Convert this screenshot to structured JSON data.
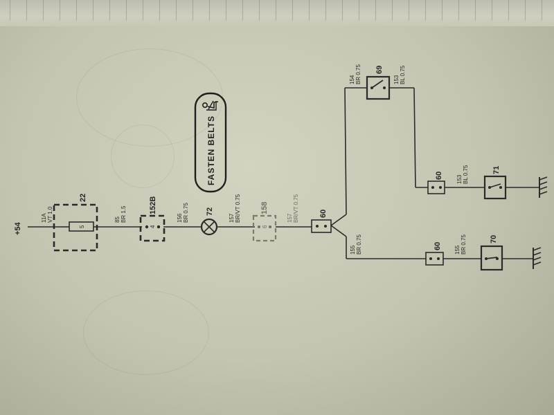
{
  "supply": {
    "label": "+54"
  },
  "warning_lamp": {
    "text": "FASTEN BELTS",
    "icon": "seated-person-seatbelt-icon"
  },
  "components": {
    "c22": {
      "number": "22",
      "inner": "5"
    },
    "c152B": {
      "number": "152B",
      "inner": "4"
    },
    "c72": {
      "number": "72"
    },
    "c158": {
      "number": "158",
      "inner": "6"
    },
    "c60a": {
      "number": "60"
    },
    "c60b": {
      "number": "60"
    },
    "c60c": {
      "number": "60"
    },
    "c69": {
      "number": "69"
    },
    "c70": {
      "number": "70"
    },
    "c71": {
      "number": "71"
    }
  },
  "wires": {
    "w11A": {
      "id": "11A",
      "spec": "VT 1.0"
    },
    "w85": {
      "id": "85",
      "spec": "BR 1.5"
    },
    "w156": {
      "id": "156",
      "spec": "BR 0.75"
    },
    "w157a": {
      "id": "157",
      "spec": "BR/VT 0.75"
    },
    "w157b": {
      "id": "157",
      "spec": "BR/VT 0.75"
    },
    "w154": {
      "id": "154",
      "spec": "BR 0.75"
    },
    "w153a": {
      "id": "153",
      "spec": "BL 0.75"
    },
    "w153b": {
      "id": "153",
      "spec": "BL 0.75"
    },
    "w155a": {
      "id": "155",
      "spec": "BR 0.75"
    },
    "w155b": {
      "id": "155",
      "spec": "BR 0.75"
    }
  },
  "colors": {
    "paper": "#c8c8b5",
    "ink": "#2a2a2a",
    "faded_ink": "#707064"
  }
}
